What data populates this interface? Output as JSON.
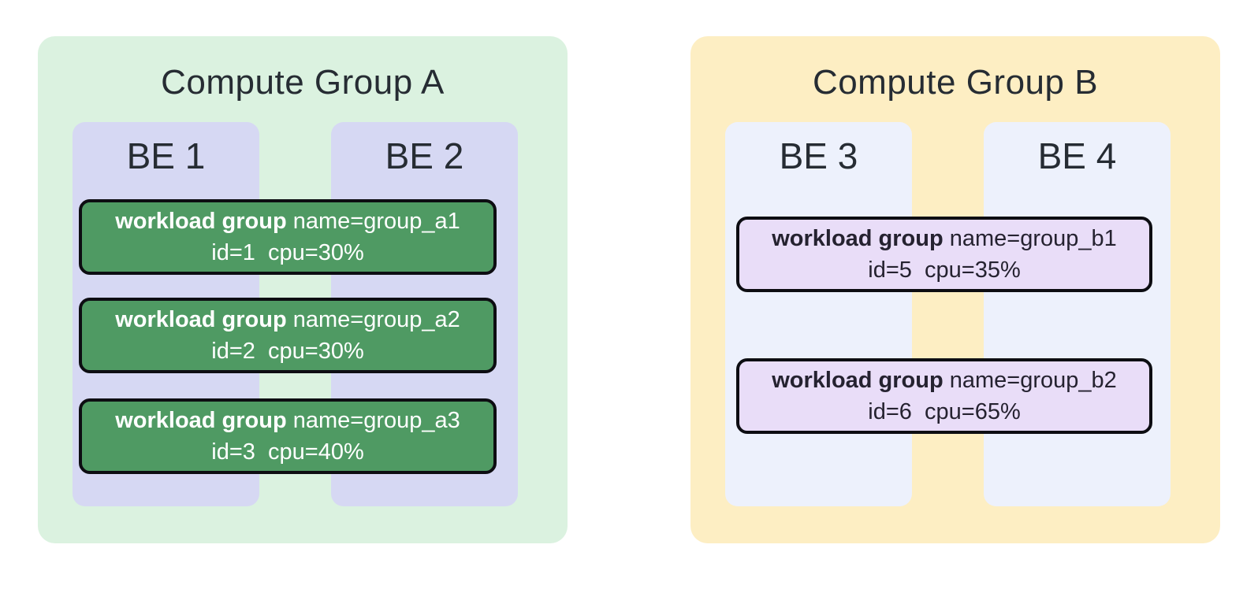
{
  "colors": {
    "page_bg": "#ffffff",
    "group_a_bg": "#dbf2e0",
    "group_b_bg": "#fdeec3",
    "be_a_bg": "#d6d8f3",
    "be_b_bg": "#edf1fc",
    "workload_a_bg": "#4f9a63",
    "workload_b_bg": "#e9ddf8",
    "workload_a_text": "#ffffff",
    "workload_b_text": "#252230",
    "heading_text": "#262c33",
    "box_border": "#0d0d12"
  },
  "groups": [
    {
      "title": "Compute Group A",
      "backends": [
        {
          "label": "BE 1"
        },
        {
          "label": "BE 2"
        }
      ],
      "workloads": [
        {
          "label_bold": "workload group",
          "label_rest": " name=group_a1",
          "line2": "id=1  cpu=30%"
        },
        {
          "label_bold": "workload group",
          "label_rest": " name=group_a2",
          "line2": "id=2  cpu=30%"
        },
        {
          "label_bold": "workload group",
          "label_rest": " name=group_a3",
          "line2": "id=3  cpu=40%"
        }
      ]
    },
    {
      "title": "Compute Group B",
      "backends": [
        {
          "label": "BE 3"
        },
        {
          "label": "BE 4"
        }
      ],
      "workloads": [
        {
          "label_bold": "workload group",
          "label_rest": " name=group_b1",
          "line2": "id=5  cpu=35%"
        },
        {
          "label_bold": "workload group",
          "label_rest": " name=group_b2",
          "line2": "id=6  cpu=65%"
        }
      ]
    }
  ]
}
